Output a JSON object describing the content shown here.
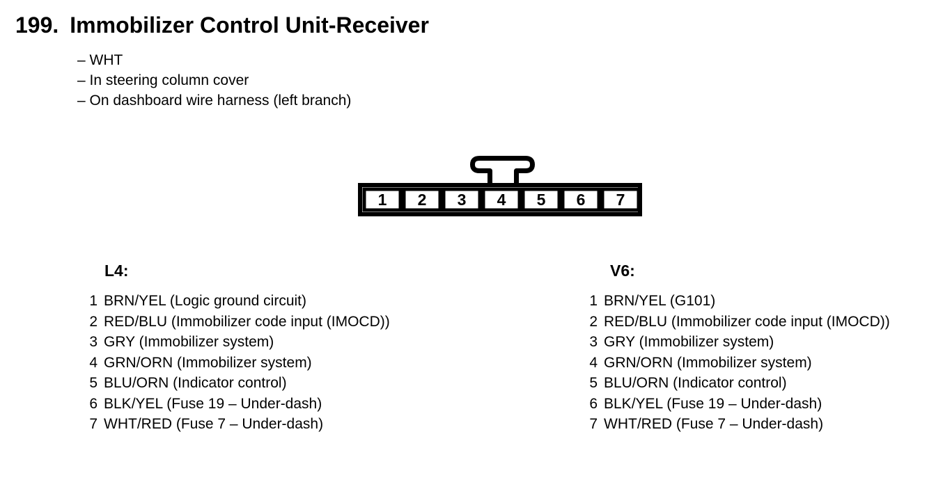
{
  "header": {
    "number": "199.",
    "title": "Immobilizer Control Unit-Receiver"
  },
  "notes": [
    "– WHT",
    "– In steering column cover",
    "– On dashboard wire harness (left branch)"
  ],
  "connector": {
    "pins": [
      "1",
      "2",
      "3",
      "4",
      "5",
      "6",
      "7"
    ]
  },
  "columns": [
    {
      "heading": "L4:",
      "pins": [
        {
          "num": "1",
          "label": "BRN/YEL (Logic ground circuit)"
        },
        {
          "num": "2",
          "label": "RED/BLU (Immobilizer code input (IMOCD))"
        },
        {
          "num": "3",
          "label": "GRY (Immobilizer system)"
        },
        {
          "num": "4",
          "label": "GRN/ORN (Immobilizer system)"
        },
        {
          "num": "5",
          "label": "BLU/ORN (Indicator control)"
        },
        {
          "num": "6",
          "label": "BLK/YEL (Fuse 19 – Under-dash)"
        },
        {
          "num": "7",
          "label": "WHT/RED (Fuse 7 – Under-dash)"
        }
      ]
    },
    {
      "heading": "V6:",
      "pins": [
        {
          "num": "1",
          "label": "BRN/YEL (G101)"
        },
        {
          "num": "2",
          "label": "RED/BLU (Immobilizer code input (IMOCD))"
        },
        {
          "num": "3",
          "label": "GRY (Immobilizer system)"
        },
        {
          "num": "4",
          "label": "GRN/ORN (Immobilizer system)"
        },
        {
          "num": "5",
          "label": "BLU/ORN (Indicator control)"
        },
        {
          "num": "6",
          "label": "BLK/YEL (Fuse 19 – Under-dash)"
        },
        {
          "num": "7",
          "label": "WHT/RED (Fuse 7 – Under-dash)"
        }
      ]
    }
  ],
  "colors": {
    "ink": "#000000",
    "paper": "#ffffff"
  }
}
